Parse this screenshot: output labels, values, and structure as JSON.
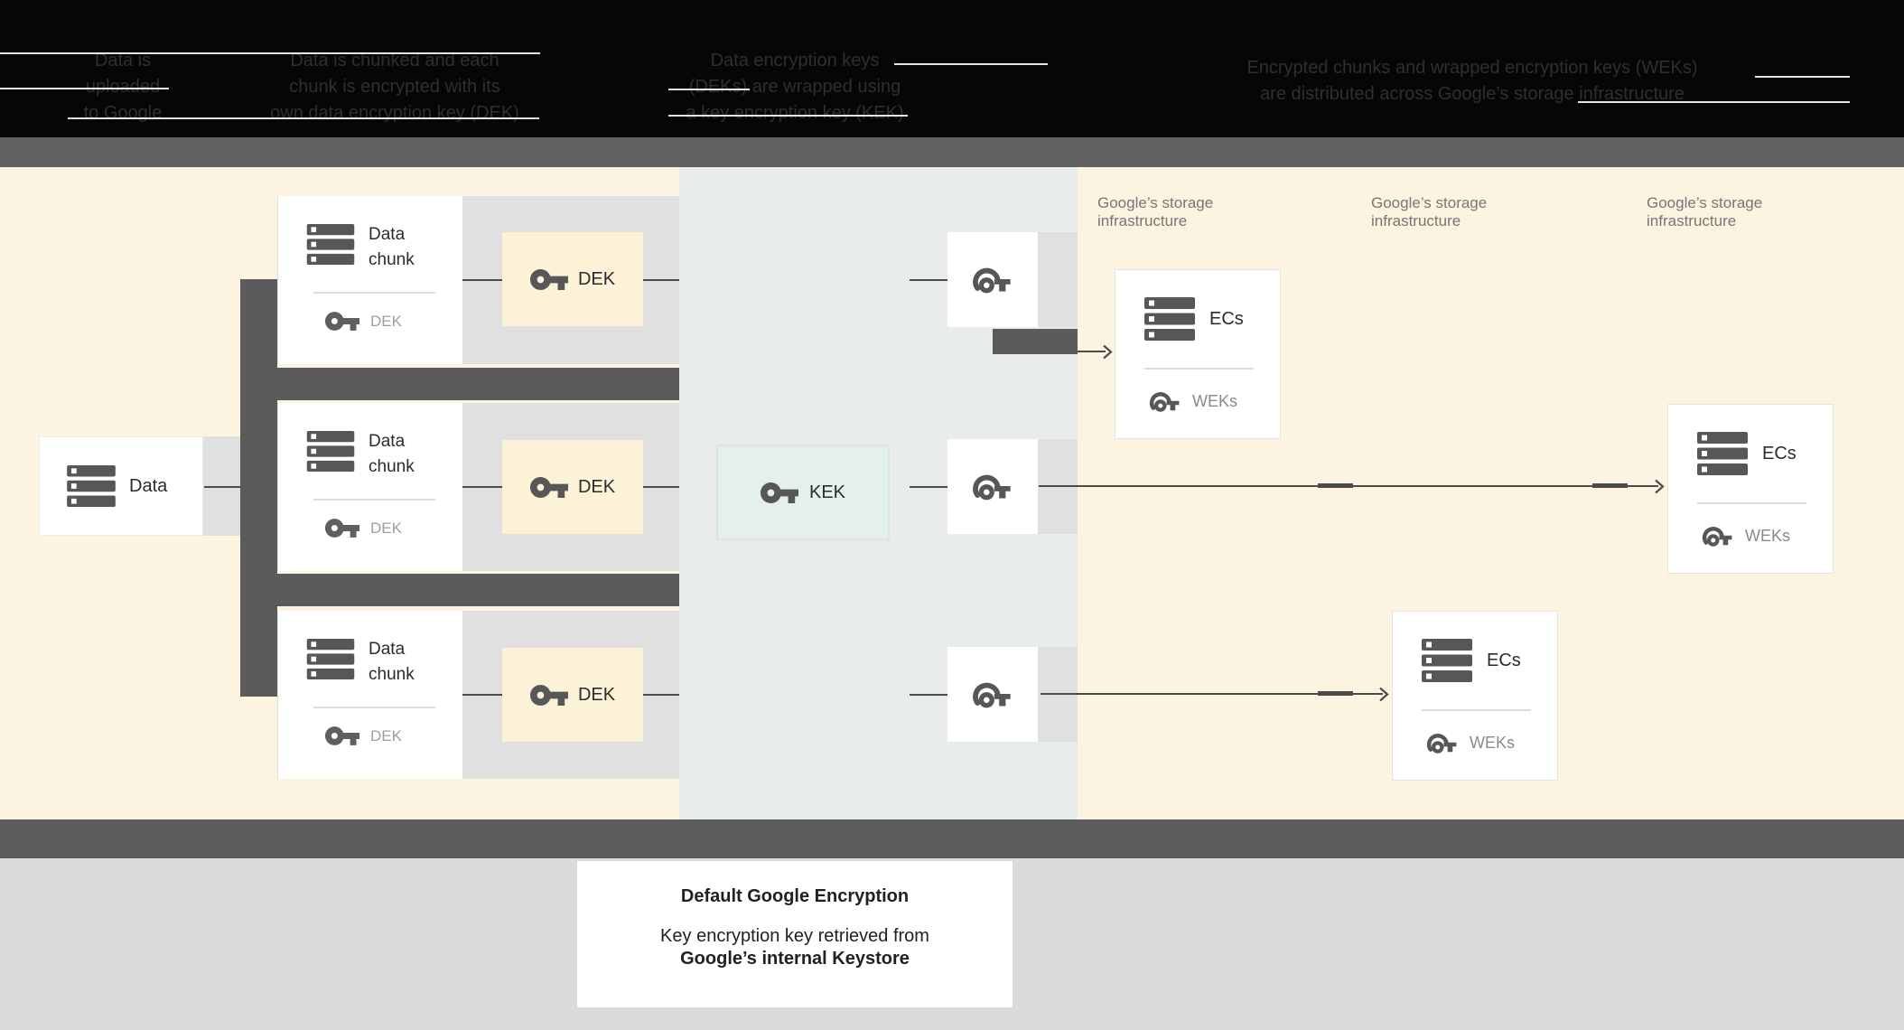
{
  "header": {
    "columns": [
      {
        "lines": [
          "Data is",
          "uploaded",
          "to Google"
        ]
      },
      {
        "lines": [
          "Data is chunked and each",
          "chunk is encrypted with its",
          "own data encryption key (DEK)"
        ]
      },
      {
        "lines": [
          "Data encryption keys",
          "(DEKs) are wrapped using",
          "a key encryption key (KEK)"
        ]
      },
      {
        "lines": [
          "Encrypted chunks and wrapped encryption keys (WEKs)",
          "are distributed across Google’s storage infrastructure"
        ]
      }
    ]
  },
  "diagram": {
    "data_box": {
      "label": "Data"
    },
    "chunk_cards": [
      {
        "title": "Data chunk",
        "key_label": "DEK"
      },
      {
        "title": "Data chunk",
        "key_label": "DEK"
      },
      {
        "title": "Data chunk",
        "key_label": "DEK"
      }
    ],
    "dek_boxes": [
      {
        "label": "DEK"
      },
      {
        "label": "DEK"
      },
      {
        "label": "DEK"
      }
    ],
    "kek_box": {
      "label": "KEK"
    },
    "storage_labels": [
      "Google’s storage infrastructure",
      "Google’s storage infrastructure",
      "Google’s storage infrastructure"
    ],
    "ecs_cards": [
      {
        "title": "ECs",
        "key_label": "WEKs"
      },
      {
        "title": "ECs",
        "key_label": "WEKs"
      },
      {
        "title": "ECs",
        "key_label": "WEKs"
      }
    ]
  },
  "footer": {
    "title": "Default Google Encryption",
    "line1": "Key encryption key retrieved from",
    "line2": "Google’s internal Keystore"
  },
  "colors": {
    "header_bg": "#060606",
    "header_text": "#2f2f2f",
    "cream": "#fcf4e0",
    "middle": "#e8eced",
    "gray_strip": "#e0e0e0",
    "dark_bar": "#5b5b5b",
    "dek_fill": "#fcf2d7",
    "kek_fill": "#e4f1ea",
    "footer_bg": "#dbdbdb",
    "line": "#4b4b4b",
    "icon": "#575757"
  }
}
